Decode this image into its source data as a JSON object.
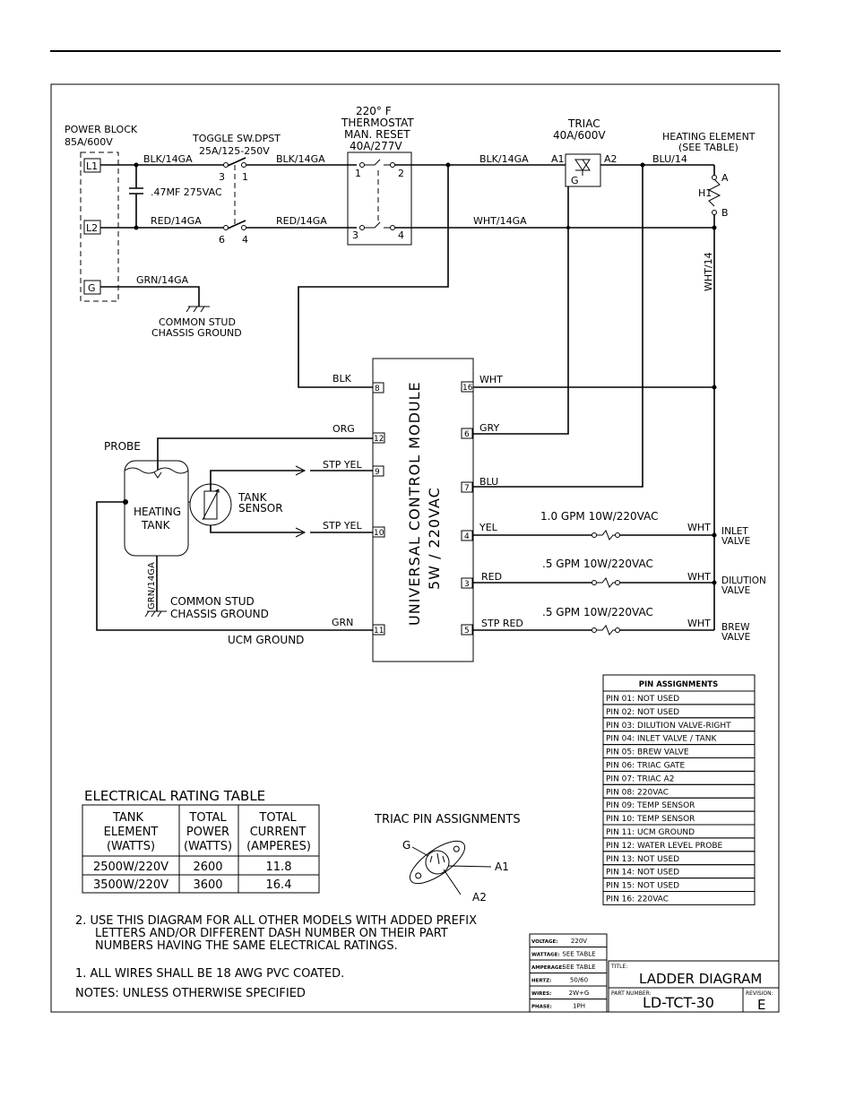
{
  "power_block": {
    "title": "POWER BLOCK",
    "rating": "85A/600V",
    "terminals": [
      "L1",
      "L2",
      "G"
    ]
  },
  "toggle": {
    "title": "TOGGLE SW.DPST",
    "rating": "25A/125-250V",
    "pins": [
      "3",
      "1",
      "6",
      "4"
    ]
  },
  "thermostat": {
    "line1": "220° F",
    "line2": "THERMOSTAT",
    "line3": "MAN. RESET",
    "line4": "40A/277V",
    "pins": [
      "1",
      "2",
      "3",
      "4"
    ]
  },
  "triac": {
    "title": "TRIAC",
    "rating": "40A/600V",
    "a1": "A1",
    "a2": "A2",
    "g": "G"
  },
  "heating_element": {
    "line1": "HEATING ELEMENT",
    "line2": "(SEE TABLE)",
    "a": "A",
    "b": "B",
    "h1": "H1"
  },
  "wires": {
    "blk14_1": "BLK/14GA",
    "blk14_2": "BLK/14GA",
    "blk14_3": "BLK/14GA",
    "red14_1": "RED/14GA",
    "red14_2": "RED/14GA",
    "wht14ga": "WHT/14GA",
    "grn14ga": "GRN/14GA",
    "blu14": "BLU/14",
    "wht14": "WHT/14",
    "cap": ".47MF 275VAC"
  },
  "ground_top": {
    "line1": "COMMON STUD",
    "line2": "CHASSIS GROUND"
  },
  "ucm": {
    "line1": "UNIVERSAL CONTROL MODULE",
    "line2": "5W / 220VAC"
  },
  "ucm_left": [
    {
      "pin": "8",
      "wire": "BLK"
    },
    {
      "pin": "12",
      "wire": "ORG"
    },
    {
      "pin": "9",
      "wire": "STP YEL"
    },
    {
      "pin": "10",
      "wire": "STP YEL"
    },
    {
      "pin": "11",
      "wire": "GRN"
    }
  ],
  "ucm_right": [
    {
      "pin": "16",
      "wire": "WHT"
    },
    {
      "pin": "6",
      "wire": "GRY"
    },
    {
      "pin": "7",
      "wire": "BLU"
    },
    {
      "pin": "4",
      "wire": "YEL"
    },
    {
      "pin": "3",
      "wire": "RED"
    },
    {
      "pin": "5",
      "wire": "STP RED"
    }
  ],
  "valves": [
    {
      "rating": "1.0 GPM 10W/220VAC",
      "wire": "WHT",
      "name1": "INLET",
      "name2": "VALVE"
    },
    {
      "rating": ".5 GPM 10W/220VAC",
      "wire": "WHT",
      "name1": "DILUTION",
      "name2": "VALVE"
    },
    {
      "rating": ".5 GPM 10W/220VAC",
      "wire": "WHT",
      "name1": "BREW",
      "name2": "VALVE"
    }
  ],
  "probe": "PROBE",
  "tank": {
    "line1": "HEATING",
    "line2": "TANK"
  },
  "tank_sensor": {
    "line1": "TANK",
    "line2": "SENSOR"
  },
  "tank_ground": {
    "wire": "GRN/14GA",
    "line1": "COMMON STUD",
    "line2": "CHASSIS GROUND"
  },
  "ucm_ground": "UCM GROUND",
  "pin_assignments": {
    "title": "PIN ASSIGNMENTS",
    "rows": [
      "PIN 01: NOT USED",
      "PIN 02: NOT USED",
      "PIN 03: DILUTION VALVE-RIGHT",
      "PIN 04: INLET VALVE / TANK",
      "PIN 05: BREW VALVE",
      "PIN 06: TRIAC GATE",
      "PIN 07: TRIAC A2",
      "PIN 08: 220VAC",
      "PIN 09: TEMP SENSOR",
      "PIN 10: TEMP SENSOR",
      "PIN 11: UCM GROUND",
      "PIN 12: WATER LEVEL PROBE",
      "PIN 13: NOT USED",
      "PIN 14: NOT USED",
      "PIN 15: NOT USED",
      "PIN 16: 220VAC"
    ]
  },
  "rating_table": {
    "title": "ELECTRICAL RATING TABLE",
    "headers": [
      [
        "TANK",
        "ELEMENT",
        "(WATTS)"
      ],
      [
        "TOTAL",
        "POWER",
        "(WATTS)"
      ],
      [
        "TOTAL",
        "CURRENT",
        "(AMPERES)"
      ]
    ],
    "rows": [
      [
        "2500W/220V",
        "2600",
        "11.8"
      ],
      [
        "3500W/220V",
        "3600",
        "16.4"
      ]
    ]
  },
  "triac_pins": {
    "title": "TRIAC PIN ASSIGNMENTS",
    "g": "G",
    "a1": "A1",
    "a2": "A2"
  },
  "notes": {
    "note2_line1": "2. USE THIS DIAGRAM FOR ALL OTHER MODELS WITH ADDED PREFIX",
    "note2_line2": "LETTERS AND/OR DIFFERENT DASH NUMBER ON THEIR PART",
    "note2_line3": "NUMBERS HAVING THE SAME ELECTRICAL RATINGS.",
    "note1": "1. ALL WIRES SHALL BE 18 AWG PVC COATED.",
    "header": "NOTES: UNLESS OTHERWISE SPECIFIED"
  },
  "specs": [
    {
      "label": "VOLTAGE:",
      "value": "220V"
    },
    {
      "label": "WATTAGE:",
      "value": "SEE TABLE"
    },
    {
      "label": "AMPERAGE:",
      "value": "SEE TABLE"
    },
    {
      "label": "HERTZ:",
      "value": "50/60"
    },
    {
      "label": "WIRES:",
      "value": "2W+G"
    },
    {
      "label": "PHASE:",
      "value": "1PH"
    }
  ],
  "title_block": {
    "title_label": "TITLE:",
    "title": "LADDER DIAGRAM",
    "part_label": "PART NUMBER:",
    "part": "LD-TCT-30",
    "rev_label": "REVISION:",
    "rev": "E"
  }
}
